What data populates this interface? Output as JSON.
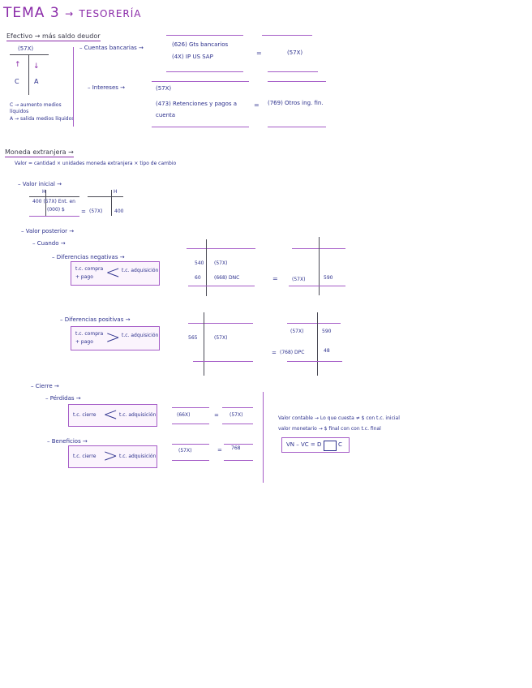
{
  "title": {
    "tema": "TEMA 3",
    "arrow": "→",
    "name": "TESORERÍA"
  },
  "efectivo": {
    "heading": "Efectivo → más saldo deudor",
    "account": "(57X)",
    "up_arrow": "↑",
    "down_arrow": "↓",
    "c": "C",
    "a": "A",
    "note_c": "C → aumento medios líquidos",
    "note_a": "A → salida medios líquidos",
    "cuentas_label": "– Cuentas bancarias →",
    "cuentas_left_1": "(626) Gts bancarios",
    "cuentas_left_2": "(4X) IP US SAP",
    "cuentas_eq": "=",
    "cuentas_right": "(57X)",
    "intereses_label": "– Intereses →",
    "intereses_left_1": "(57X)",
    "intereses_left_2": "(473) Retenciones y pagos a",
    "intereses_left_3": "cuenta",
    "intereses_eq": "=",
    "intereses_right": "(769) Otros ing. fin."
  },
  "moneda": {
    "heading": "Moneda extranjera →",
    "definition": "Valor = cantidad × unidades moneda extranjera × tipo de cambio",
    "valor_inicial": "– Valor inicial →",
    "vi_h": "H",
    "vi_d": "H",
    "vi_left_1": "400 (57X) Ent. en",
    "vi_left_2": "(000) $",
    "vi_eq": "=",
    "vi_mid": "(57X)",
    "vi_right": "400",
    "valor_posterior": "– Valor posterior →",
    "cuando": "– Cuando →",
    "dif_negativa": "– Diferencias negativas →",
    "box1_left_1": "t.c. compra",
    "box1_left_2": "+ pago",
    "box1_sign": "<",
    "box1_right": "t.c. adquisición",
    "neg_l_1": "540",
    "neg_l_1_acc": "(57X)",
    "neg_l_2": "60",
    "neg_l_2_acc": "(668) DNC",
    "neg_eq": "=",
    "neg_r_acc": "(57X)",
    "neg_r_val": "590",
    "dif_positiva": "– Diferencias positivas →",
    "box2_left_1": "t.c. compra",
    "box2_left_2": "+ pago",
    "box2_sign": ">",
    "box2_right": "t.c. adquisición",
    "pos_l_1": "565",
    "pos_l_1_acc": "(57X)",
    "pos_r_acc_1": "(57X)",
    "pos_r_val_1": "590",
    "pos_r_eq": "=",
    "pos_r_acc_2": "(768) DPC",
    "pos_r_val_2": "48",
    "cierre": "– Cierre →",
    "perdidas": "– Pérdidas →",
    "box3_left": "t.c. cierre",
    "box3_sign": "<",
    "box3_right": "t.c. adquisición",
    "perd_left": "(66X)",
    "perd_eq": "=",
    "perd_right": "(57X)",
    "beneficios": "– Beneficios →",
    "box4_left": "t.c. cierre",
    "box4_sign": ">",
    "box4_right": "t.c. adquisición",
    "ben_left": "(57X)",
    "ben_eq": "=",
    "ben_right": "768",
    "note_1": "Valor contable → Lo que cuesta ≠ $ con t.c. inicial",
    "note_2": "valor monetario → $ final con con t.c. final",
    "formula_1": "VN – VC = D",
    "formula_2": "C"
  }
}
